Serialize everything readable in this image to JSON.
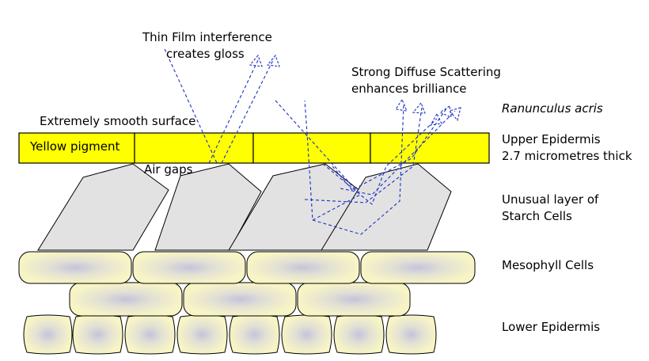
{
  "labels": {
    "thin_film_line1": "Thin Film interference",
    "thin_film_line2": "creates gloss",
    "scatter_line1": "Strong Diffuse Scattering",
    "scatter_line2": "enhances brilliance",
    "species": "Ranunculus acris",
    "smooth_surface": "Extremely smooth surface",
    "yellow_pigment": "Yellow pigment",
    "air_gaps": "Air gaps",
    "upper_epidermis_line1": "Upper Epidermis",
    "upper_epidermis_line2": "2.7 micrometres thick",
    "starch_line1": "Unusual layer of",
    "starch_line2": "Starch Cells",
    "mesophyll": "Mesophyll Cells",
    "lower_epidermis": "Lower Epidermis"
  },
  "colors": {
    "pigment_yellow": "#ffff00",
    "starch_gray": "#e2e2e2",
    "cell_fill": "#f7f4c6",
    "cell_center": "#c8c8e0",
    "ray_blue": "#1a2fc8",
    "background": "#ffffff"
  }
}
